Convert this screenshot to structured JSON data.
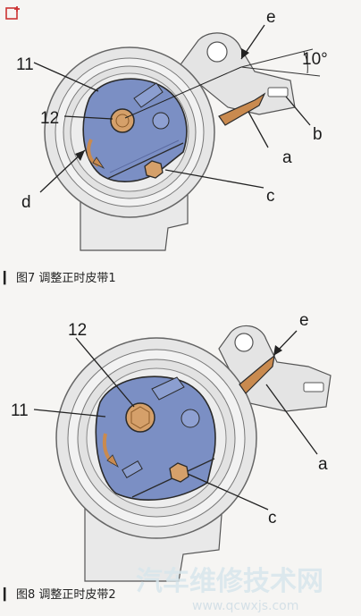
{
  "figure7": {
    "caption_marker": "▎",
    "caption": "图7  调整正时皮带1",
    "labels": {
      "l11": "11",
      "l12": "12",
      "e": "e",
      "angle": "10°",
      "a": "a",
      "b": "b",
      "c": "c",
      "d": "d"
    }
  },
  "figure8": {
    "caption_marker": "▎",
    "caption": "图8  调整正时皮带2",
    "labels": {
      "l12": "12",
      "l11": "11",
      "e": "e",
      "a": "a",
      "c": "c"
    }
  },
  "watermark": {
    "main": "汽车维修技术网",
    "url": "www.qcwxjs.com"
  },
  "colors": {
    "hub_blue": "#7b8fc4",
    "bolt_orange": "#d5a06a",
    "pointer_orange": "#c98a4f",
    "outline": "#333333",
    "pulley_gray": "#dcdcdc"
  }
}
